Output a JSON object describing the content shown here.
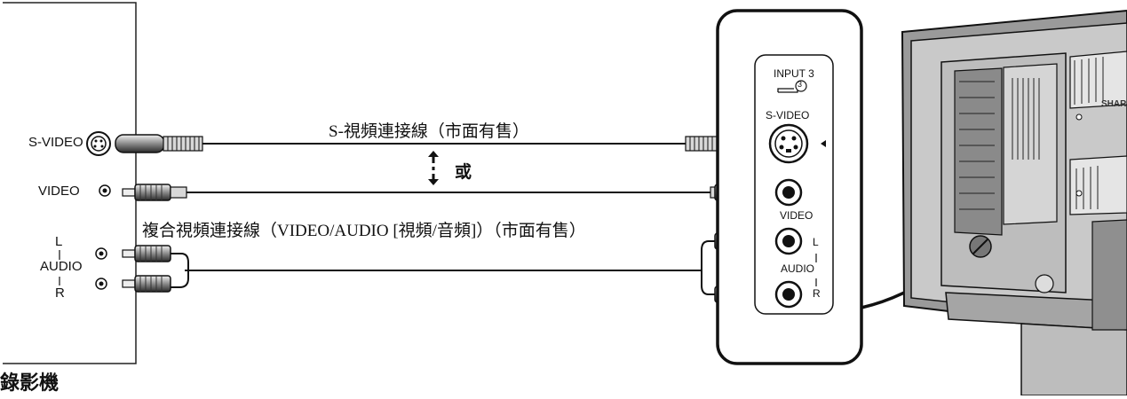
{
  "vcr": {
    "caption": "錄影機",
    "svideo_label": "S-VIDEO",
    "video_label": "VIDEO",
    "audio_l": "L",
    "audio_label": "AUDIO",
    "audio_r": "R"
  },
  "cables": {
    "svideo_cable": "S-視頻連接線（市面有售）",
    "or_text": "或",
    "composite_cable": "複合視頻連接線（VIDEO/AUDIO [視頻/音頻]）（市面有售）"
  },
  "tv_panel": {
    "input_label": "INPUT 3",
    "input_number": "3",
    "svideo_label": "S-VIDEO",
    "video_label": "VIDEO",
    "audio_l": "L",
    "audio_label": "AUDIO",
    "audio_r": "R"
  },
  "tv": {
    "brand": "SHAR"
  }
}
